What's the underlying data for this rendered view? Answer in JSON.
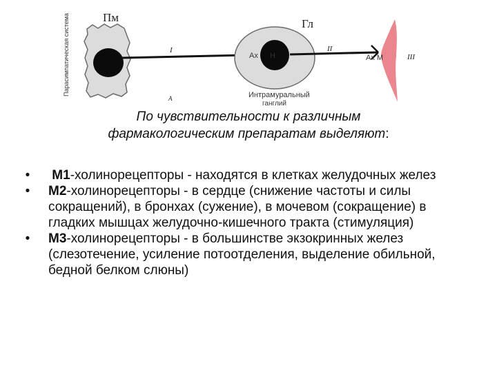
{
  "diagram": {
    "label_pm": "Пм",
    "label_gl": "Гл",
    "vertical_caption": "Парасимпатическая система",
    "fiber_labels": [
      "I",
      "II",
      "III"
    ],
    "bottom_mark": "А",
    "ganglion_caption_line1": "Интрамуральный",
    "ganglion_caption_line2": "ганглий",
    "ach_label": "Ах",
    "receptor_n": "Н",
    "ach_m_label": "Ах М",
    "colors": {
      "cell_fill": "#dcdcdc",
      "nucleus": "#0b0b0b",
      "fiber": "#111111",
      "effector": "#e8707a"
    }
  },
  "subtitle": {
    "line1": "По чувствительности к различным",
    "line2": "фармакологическим препаратам выделяют",
    "colon": ":"
  },
  "bullets": [
    {
      "marker": "•",
      "title": "М1",
      "text": "-холинорецепторы - находятся в клетках желудочных желез"
    },
    {
      "marker": "•",
      "title": "М2",
      "text": "-холинорецепторы - в сердце (снижение частоты и силы сокращений), в бронхах (сужение), в мочевом (сокращение) в гладких мышцах желудочно-кишечного тракта (стимуляция)"
    },
    {
      "marker": "•",
      "title": "М3",
      "text": "-холинорецепторы - в большинстве экзокринных желез (слезотечение, усиление потоотделения, выделение обильной, бедной белком слюны)"
    }
  ]
}
